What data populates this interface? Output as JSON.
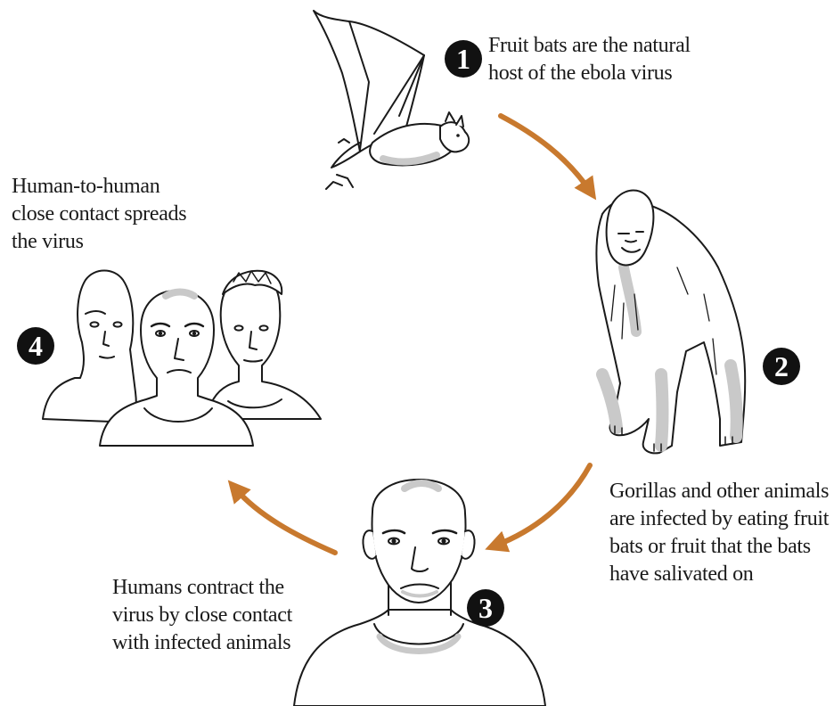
{
  "colors": {
    "arrow": "#c8792e",
    "badge": "#111111",
    "ink": "#1a1a1a",
    "shade": "#c9c9c9"
  },
  "steps": [
    {
      "number": "1",
      "subject": "fruit-bat",
      "caption_lines": [
        "Fruit bats are the natural",
        "host of the ebola virus"
      ]
    },
    {
      "number": "2",
      "subject": "gorilla",
      "caption_lines": [
        "Gorillas and other animals",
        "are infected by eating fruit",
        "bats or fruit that the bats",
        "have salivated on"
      ]
    },
    {
      "number": "3",
      "subject": "human",
      "caption_lines": [
        "Humans contract the",
        "virus by close contact",
        "with infected animals"
      ]
    },
    {
      "number": "4",
      "subject": "human-group",
      "caption_lines": [
        "Human-to-human",
        "close contact spreads",
        "the virus"
      ]
    }
  ],
  "icons": {
    "arrows": [
      "arrow-1-to-2-icon",
      "arrow-2-to-3-icon",
      "arrow-3-to-4-icon"
    ]
  }
}
